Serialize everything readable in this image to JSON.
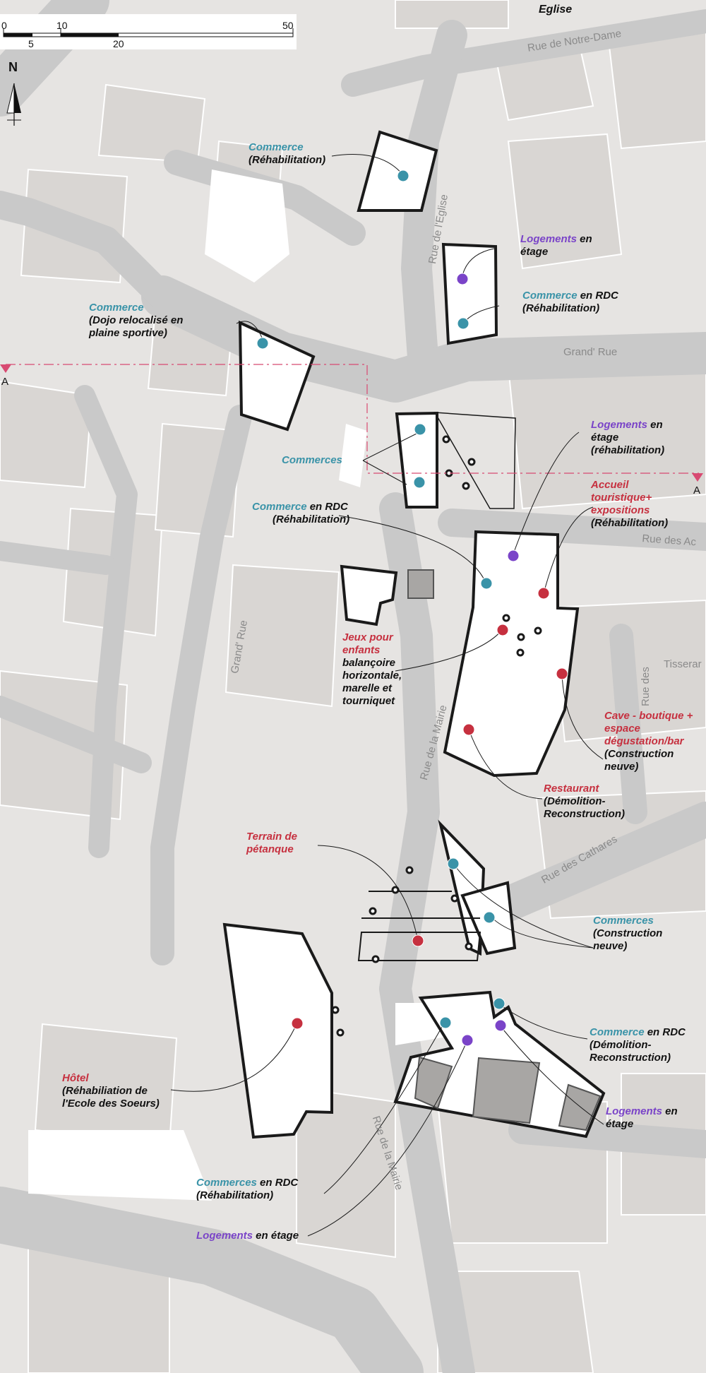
{
  "scale": {
    "ticks": [
      "0",
      "10",
      "50",
      "5",
      "20"
    ]
  },
  "north": "N",
  "section_marker": "A",
  "streets": {
    "eglise": "Eglise",
    "notre_dame": "Rue de Notre-Dame",
    "rue_eglise": "Rue de l'Eglise",
    "grand_rue_top": "Grand' Rue",
    "grand_rue_left": "Grand' Rue",
    "rue_des_ac": "Rue des Ac",
    "tisserand": "Tisserar",
    "rue_des": "Rue des",
    "rue_mairie_1": "Rue de la Mairie",
    "rue_cathares": "Rue des Cathares",
    "rue_mairie_2": "Rue de la Mairie"
  },
  "labels": {
    "commerce_rehab": {
      "cat": "Commerce",
      "detail": "(Réhabilitation)"
    },
    "logements_etage_1": {
      "cat": "Logements",
      "rest": " en",
      "detail": "étage"
    },
    "commerce_rdc_1": {
      "cat": "Commerce",
      "rest": " en RDC",
      "detail": "(Réhabilitation)"
    },
    "dojo": {
      "cat": "Commerce",
      "l2": "(Dojo relocalisé en",
      "l3": "plaine sportive)"
    },
    "commerces": {
      "cat": "Commerces"
    },
    "logements_rehab": {
      "cat": "Logements",
      "rest": " en",
      "l2": "étage",
      "l3": "(réhabilitation)"
    },
    "accueil": {
      "l1": "Accueil",
      "l2": "touristique+",
      "l3": "expositions",
      "l4": "(Réhabilitation)"
    },
    "commerce_rdc_2": {
      "cat": "Commerce",
      "rest": " en RDC",
      "detail": "(Réhabilitation)"
    },
    "jeux": {
      "l1": "Jeux pour",
      "l2": "enfants",
      "l3": "balançoire",
      "l4": "horizontale,",
      "l5": "marelle et",
      "l6": "tourniquet"
    },
    "cave": {
      "l1": "Cave - boutique +",
      "l2": "espace",
      "l3": "dégustation/bar",
      "l4": "(Construction",
      "l5": "neuve)"
    },
    "restaurant": {
      "l1": "Restaurant",
      "l2": "(Démolition-",
      "l3": "Reconstruction)"
    },
    "petanque": {
      "l1": "Terrain de",
      "l2": "pétanque"
    },
    "commerces_neuve": {
      "cat": "Commerces",
      "l2": "(Construction",
      "l3": "neuve)"
    },
    "commerce_rdc_demol": {
      "cat": "Commerce",
      "rest": " en RDC",
      "l2": "(Démolition-",
      "l3": "Reconstruction)"
    },
    "hotel": {
      "l1": "Hôtel",
      "l2": "(Réhabiliation de",
      "l3": "l'Ecole des Soeurs)"
    },
    "logements_etage_2": {
      "cat": "Logements",
      "rest": " en",
      "detail": "étage"
    },
    "commerces_rdc_rehab": {
      "cat": "Commerces",
      "rest": " en RDC",
      "detail": "(Réhabilitation)"
    },
    "logements_etage_3": {
      "cat": "Logements",
      "rest": " en étage"
    }
  },
  "colors": {
    "commerce": "#3a93a8",
    "logement": "#7a44c8",
    "equipement": "#c6303f",
    "street": "#c9c9c9",
    "block": "#e6e4e2",
    "building": "#d9d6d3"
  }
}
